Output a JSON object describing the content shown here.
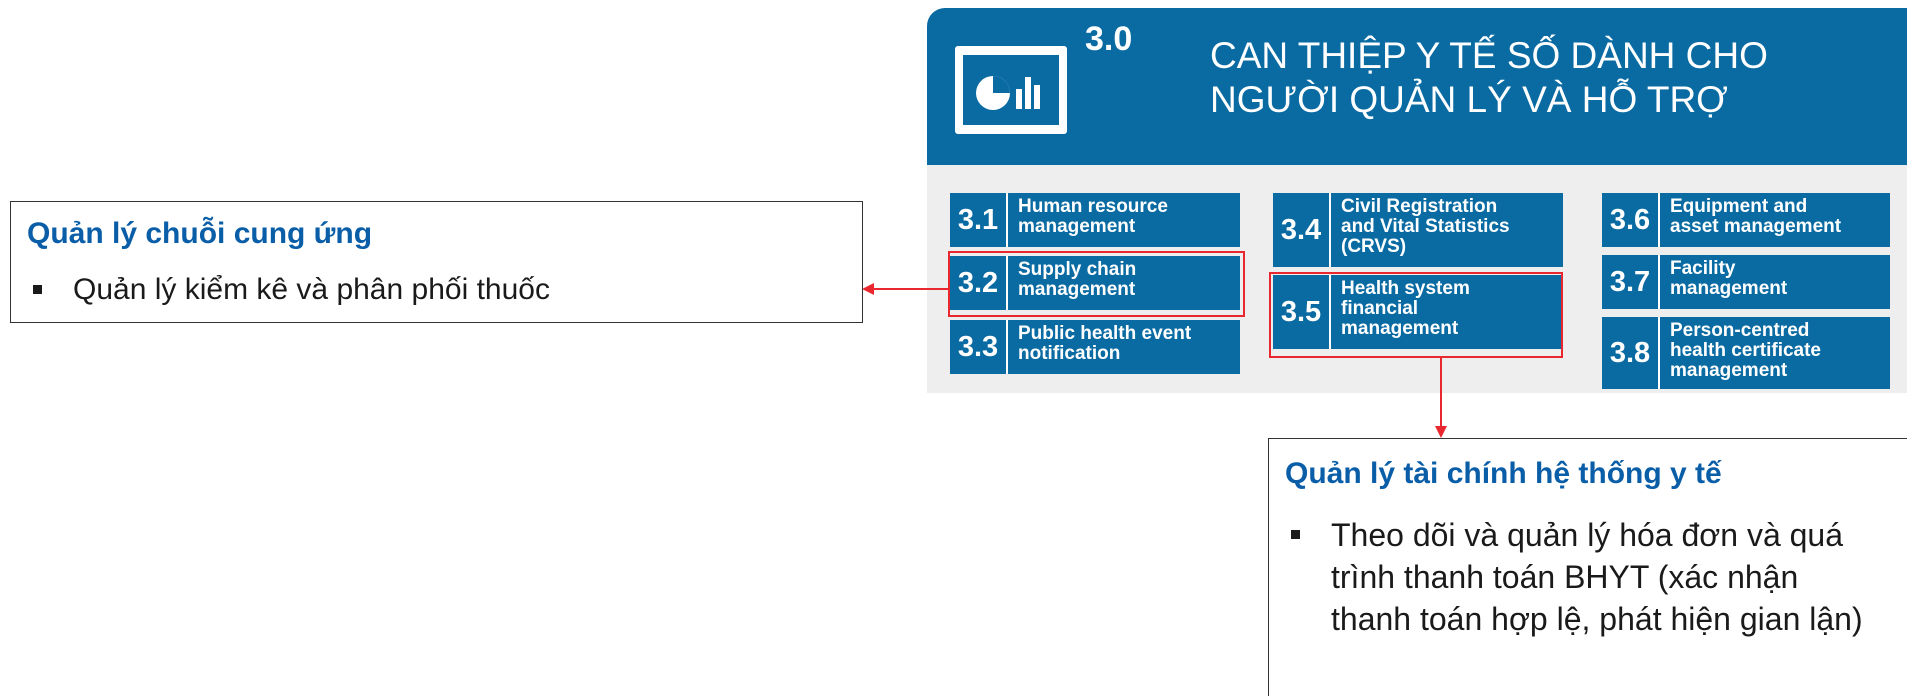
{
  "header": {
    "number": "3.0",
    "title_line1": "CAN THIỆP Y TẾ SỐ DÀNH CHO",
    "title_line2": "NGƯỜI QUẢN LÝ VÀ HỖ TRỢ",
    "icon": "dashboard-chart-icon"
  },
  "tiles": [
    {
      "num": "3.1",
      "label": [
        "Human resource",
        "management"
      ]
    },
    {
      "num": "3.2",
      "label": [
        "Supply chain",
        "management"
      ]
    },
    {
      "num": "3.3",
      "label": [
        "Public health event",
        "notification"
      ]
    },
    {
      "num": "3.4",
      "label": [
        "Civil Registration",
        "and Vital Statistics",
        "(CRVS)"
      ]
    },
    {
      "num": "3.5",
      "label": [
        "Health system",
        "financial",
        "management"
      ]
    },
    {
      "num": "3.6",
      "label": [
        "Equipment and",
        "asset management"
      ]
    },
    {
      "num": "3.7",
      "label": [
        "Facility",
        "management"
      ]
    },
    {
      "num": "3.8",
      "label": [
        "Person-centred",
        "health certificate",
        "management"
      ]
    }
  ],
  "callouts": [
    {
      "title": "Quản lý chuỗi cung ứng",
      "bullets": [
        "Quản lý kiểm kê và phân phối thuốc"
      ]
    },
    {
      "title": "Quản lý tài chính hệ thống y tế",
      "bullets": [
        "Theo dõi và quản lý hóa đơn và quá trình thanh toán BHYT (xác nhận thanh toán hợp lệ, phát hiện gian lận)"
      ]
    }
  ],
  "colors": {
    "brand_blue": "#0a6ba3",
    "highlight_red": "#e8272f",
    "callout_title_blue": "#0a5ea8"
  }
}
